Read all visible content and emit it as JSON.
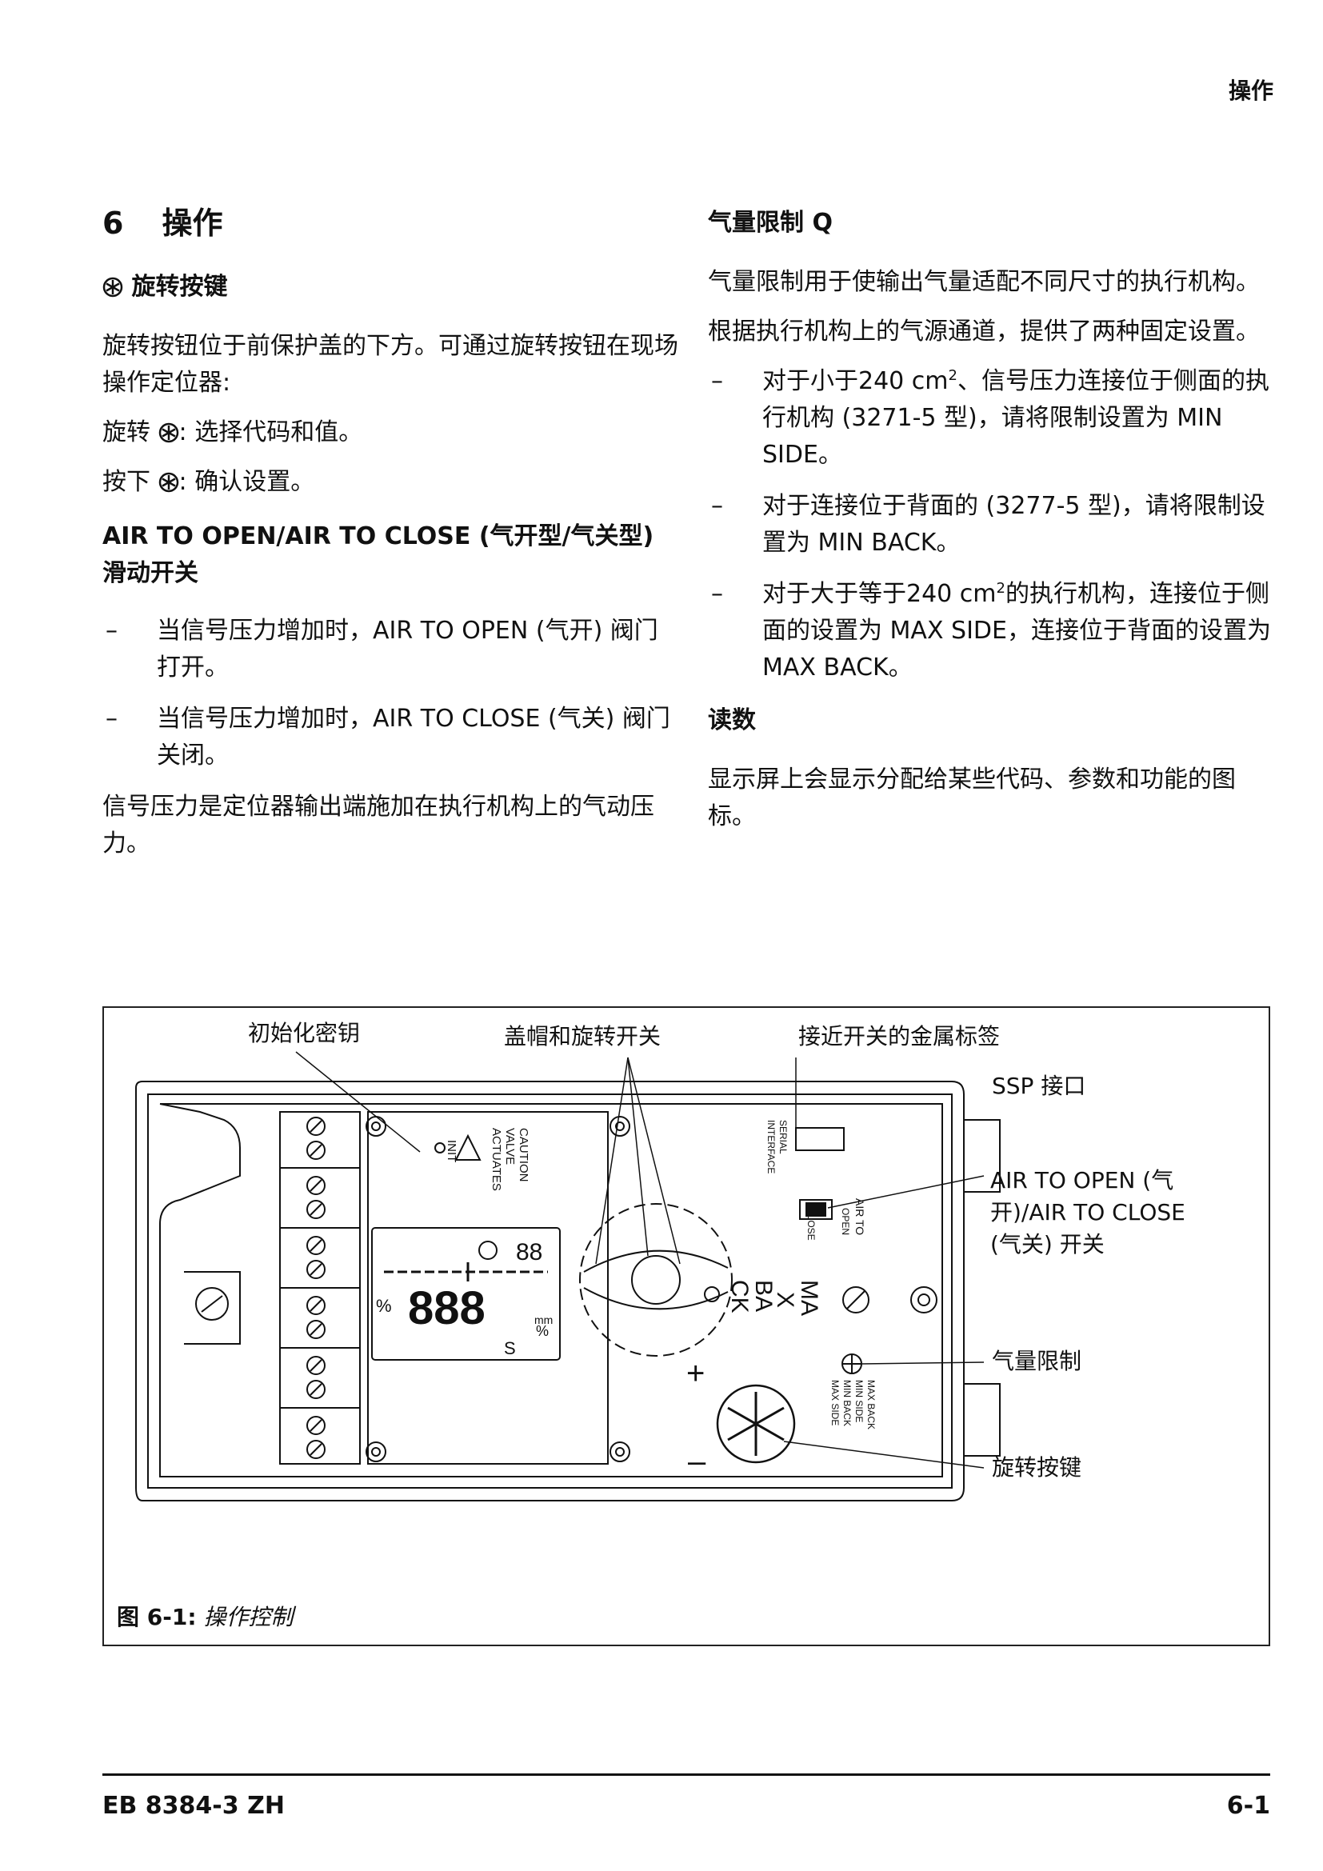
{
  "header": {
    "section": "操作"
  },
  "left": {
    "chapter_num": "6",
    "chapter_title": "操作",
    "rotary_heading": "旋转按键",
    "rotary_desc": "旋转按钮位于前保护盖的下方。可通过旋转按钮在现场操作定位器:",
    "rotate_prefix": "旋转",
    "rotate_text": ": 选择代码和值。",
    "press_prefix": "按下",
    "press_text": ": 确认设置。",
    "slide_heading": "AIR TO OPEN/AIR TO CLOSE (气开型/气关型) 滑动开关",
    "bullets": [
      "当信号压力增加时，AIR TO OPEN (气开) 阀门打开。",
      "当信号压力增加时，AIR TO CLOSE (气关) 阀门关闭。"
    ],
    "signal_note": "信号压力是定位器输出端施加在执行机构上的气动压力。"
  },
  "right": {
    "q_heading": "气量限制 Q",
    "q_desc1": "气量限制用于使输出气量适配不同尺寸的执行机构。",
    "q_desc2": "根据执行机构上的气源通道，提供了两种固定设置。",
    "b1_pre": "对于小于240 cm",
    "b1_sup": "2",
    "b1_post": "、信号压力连接位于侧面的执行机构 (3271-5 型)，请将限制设置为 MIN SIDE。",
    "b2": "对于连接位于背面的 (3277-5 型)，请将限制设置为 MIN BACK。",
    "b3_pre": "对于大于等于240 cm",
    "b3_sup": "2",
    "b3_post": "的执行机构，连接位于侧面的设置为 MAX SIDE，连接位于背面的设置为 MAX BACK。",
    "read_heading": "读数",
    "read_desc": "显示屏上会显示分配给某些代码、参数和功能的图标。"
  },
  "figure": {
    "callouts": {
      "init_key": "初始化密钥",
      "cap_switch": "盖帽和旋转开关",
      "metal_tag": "接近开关的金属标签",
      "ssp": "SSP 接口",
      "air_switch": "AIR TO OPEN (气开)/AIR TO CLOSE (气关) 开关",
      "q_limit": "气量限制",
      "rotary_key": "旋转按键"
    },
    "device_labels": {
      "caution": "CAUTION",
      "valve": "VALVE",
      "actuates": "ACTUATES",
      "init": "INIT",
      "serial": "SERIAL",
      "interface": "INTERFACE",
      "air_to": "AIR TO",
      "open": "OPEN",
      "close": "CLOSE",
      "max_back": "MAX BACK",
      "min_side": "MIN SIDE",
      "min_back": "MIN BACK",
      "max_side": "MAX SIDE",
      "ma": "MA",
      "x": "X",
      "ba": "BA",
      "ck": "CK",
      "digits": "888",
      "small_digits": "88",
      "percent": "%",
      "mm": "mm",
      "s_icon": "S",
      "plus": "+",
      "minus": "–"
    },
    "caption_label": "图 6-1:",
    "caption_text": "操作控制"
  },
  "footer": {
    "doc": "EB 8384-3 ZH",
    "page": "6-1"
  }
}
